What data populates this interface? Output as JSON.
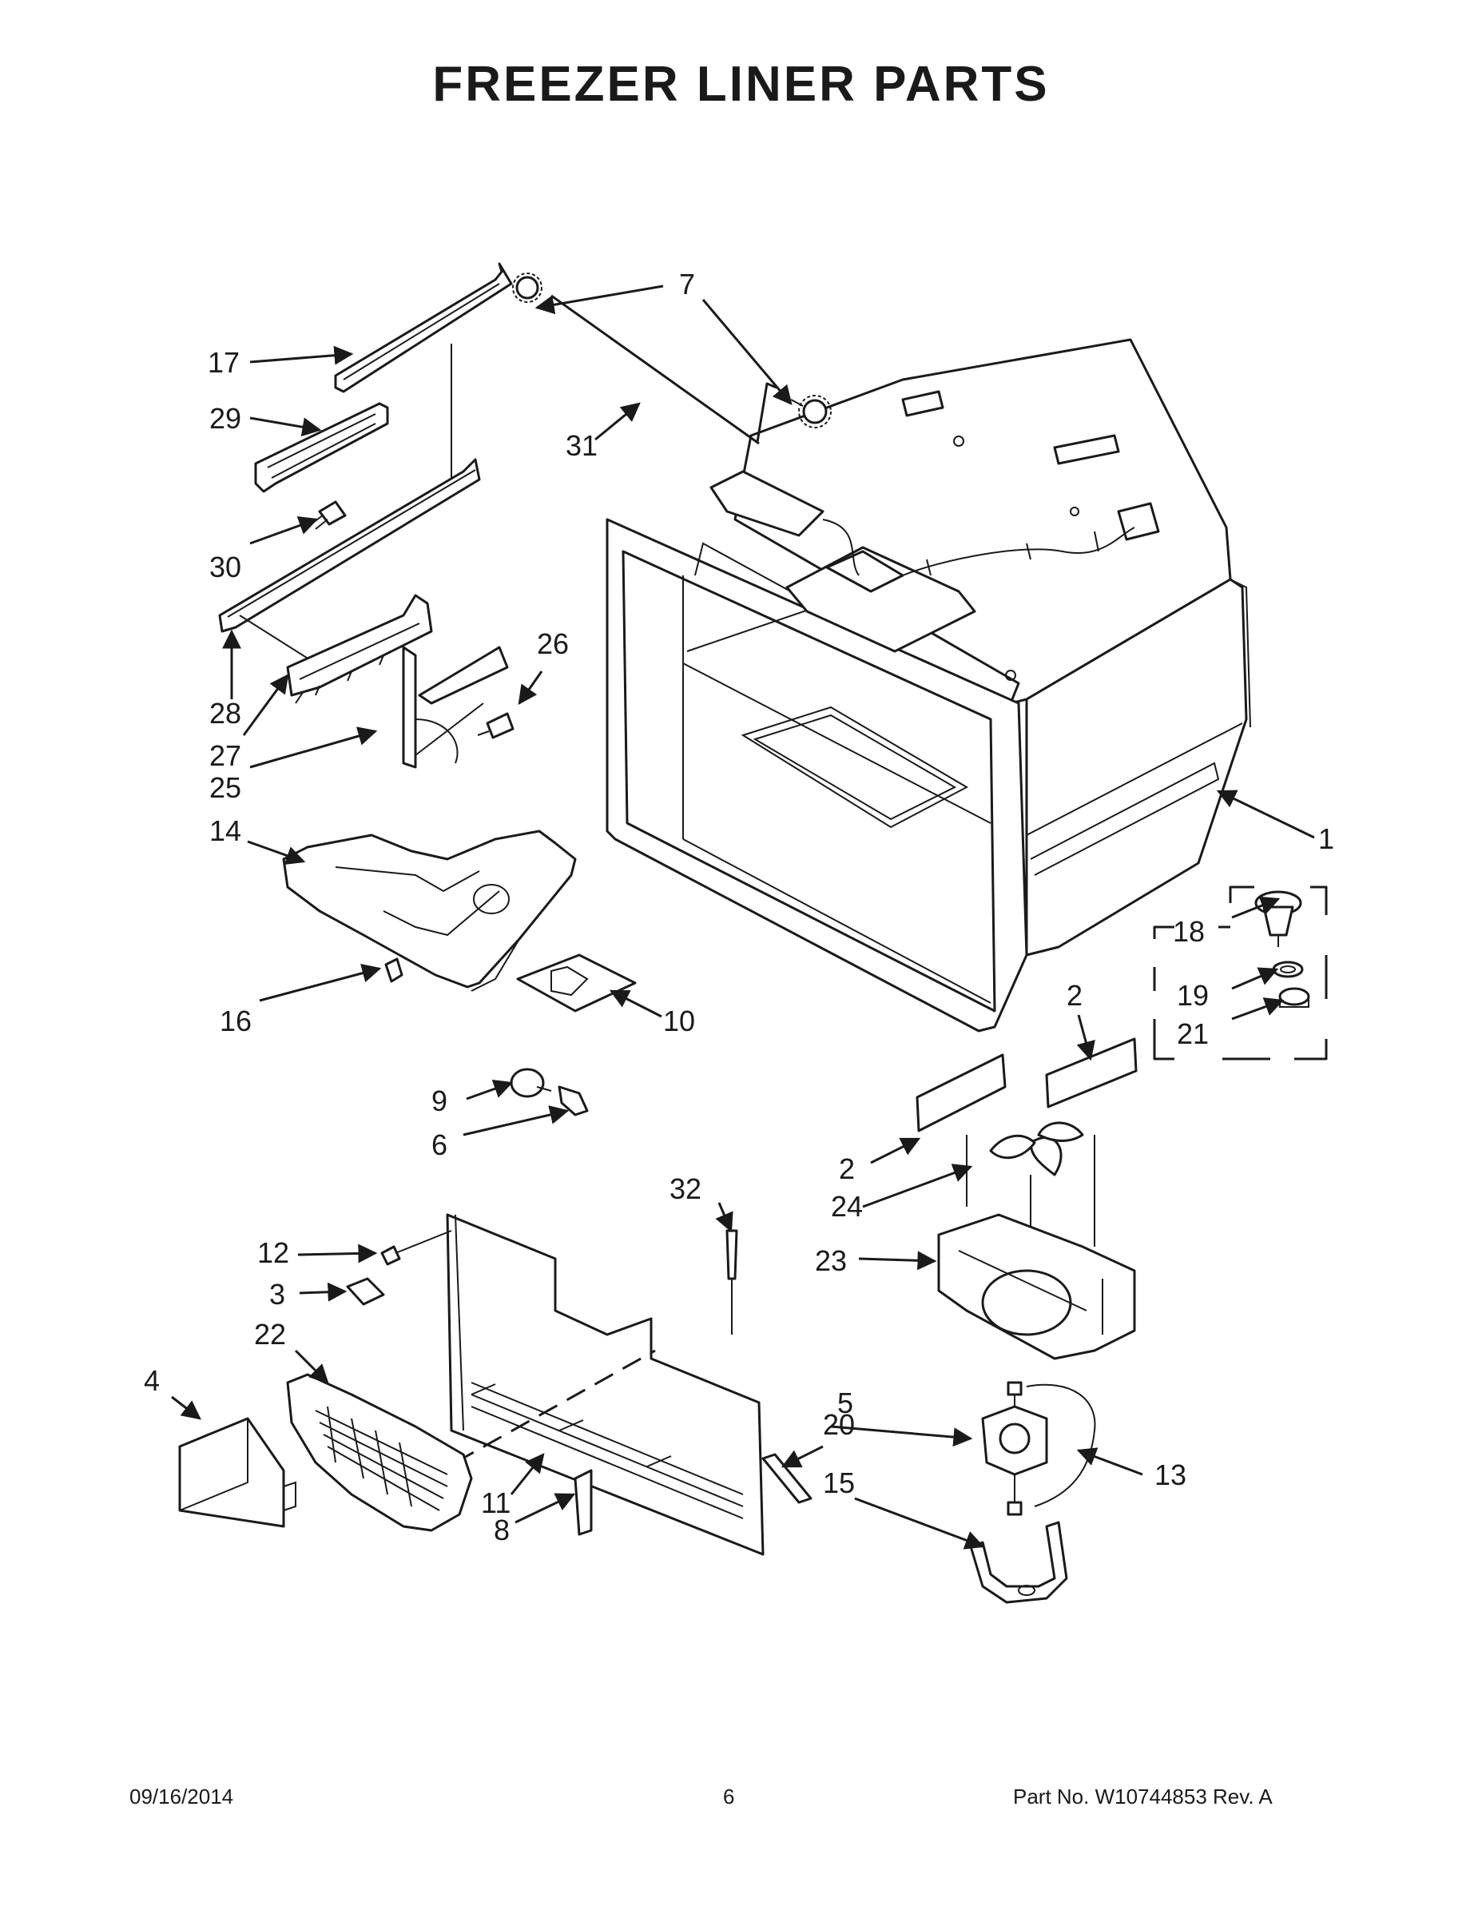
{
  "title": "FREEZER LINER PARTS",
  "footer": {
    "date": "09/16/2014",
    "page": "6",
    "part_number": "Part No.  W10744853  Rev.  A"
  },
  "callouts": {
    "c1": "1",
    "c2a": "2",
    "c2b": "2",
    "c3": "3",
    "c4": "4",
    "c5": "5",
    "c6": "6",
    "c7": "7",
    "c8": "8",
    "c9": "9",
    "c10": "10",
    "c11": "11",
    "c12": "12",
    "c13": "13",
    "c14": "14",
    "c15": "15",
    "c16": "16",
    "c17": "17",
    "c18": "18",
    "c19": "19",
    "c20": "20",
    "c21": "21",
    "c22": "22",
    "c23": "23",
    "c24": "24",
    "c25": "25",
    "c26": "26",
    "c27": "27",
    "c28": "28",
    "c29": "29",
    "c30": "30",
    "c31": "31",
    "c32": "32"
  }
}
